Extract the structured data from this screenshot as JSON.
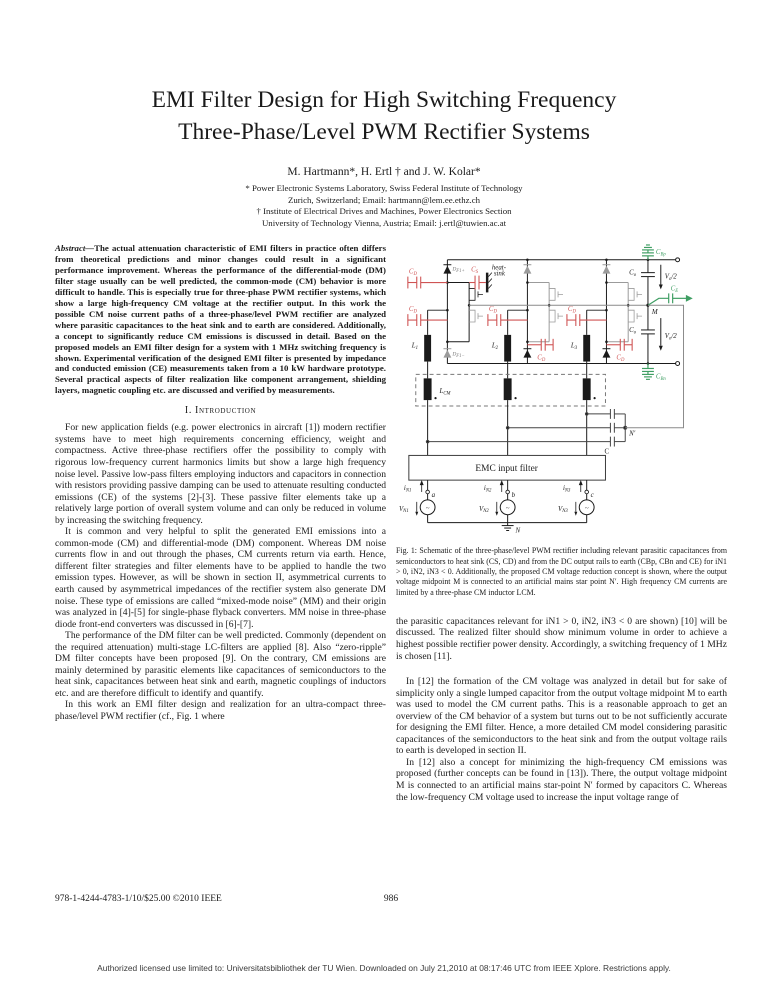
{
  "colors": {
    "accent_red": "#cf5454",
    "accent_green": "#3f9e63"
  },
  "paper": {
    "title_line1": "EMI Filter Design for High Switching Frequency",
    "title_line2": "Three-Phase/Level PWM Rectifier Systems",
    "authors": "M. Hartmann*, H. Ertl † and J. W. Kolar*",
    "affil1": "* Power Electronic Systems Laboratory, Swiss Federal Institute of Technology",
    "affil2": "Zurich, Switzerland; Email: hartmann@lem.ee.ethz.ch",
    "affil3": "† Institute of Electrical Drives and Machines, Power Electronics Section",
    "affil4": "University of Technology Vienna, Austria; Email: j.ertl@tuwien.ac.at"
  },
  "abstract": {
    "lead": "Abstract—",
    "text": "The actual attenuation characteristic of EMI filters in practice often differs from theoretical predictions and minor changes could result in a significant performance improvement. Whereas the performance of the differential-mode (DM) filter stage usually can be well predicted, the common-mode (CM) behavior is more difficult to handle. This is especially true for three-phase PWM rectifier systems, which show a large high-frequency CM voltage at the rectifier output. In this work the possible CM noise current paths of a three-phase/level PWM rectifier are analyzed where parasitic capacitances to the heat sink and to earth are considered. Additionally, a concept to significantly reduce CM emissions is discussed in detail. Based on the proposed models an EMI filter design for a system with 1 MHz switching frequency is shown. Experimental verification of the designed EMI filter is presented by impedance and conducted emission (CE) measurements taken from a 10 kW hardware prototype. Several practical aspects of filter realization like component arrangement, shielding layers, magnetic coupling etc. are discussed and verified by measurements."
  },
  "intro": {
    "heading": "I. Introduction",
    "p1": "For new application fields (e.g. power electronics in aircraft [1]) modern rectifier systems have to meet high requirements concerning efficiency, weight and compactness. Active three-phase rectifiers offer the possibility to comply with rigorous low-frequency current harmonics limits but show a large high frequency noise level. Passive low-pass filters employing inductors and capacitors in connection with resistors providing passive damping can be used to attenuate resulting conducted emissions (CE) of the systems [2]-[3]. These passive filter elements take up a relatively large portion of overall system volume and can only be reduced in volume by increasing the switching frequency.",
    "p2": "It is common and very helpful to split the generated EMI emissions into a common-mode (CM) and differential-mode (DM) component. Whereas DM noise currents flow in and out through the phases, CM currents return via earth. Hence, different filter strategies and filter elements have to be applied to handle the two emission types. However, as will be shown in section II, asymmetrical currents to earth caused by asymmetrical impedances of the rectifier system also generate DM noise. These type of emissions are called “mixed-mode noise” (MM) and their origin was analyzed in [4]-[5] for single-phase flyback converters. MM noise in three-phase diode front-end converters was discussed in [6]-[7].",
    "p3": "The performance of the DM filter can be well predicted. Commonly (dependent on the required attenuation) multi-stage LC-filters are applied [8]. Also “zero-ripple” DM filter concepts have been proposed [9]. On the contrary, CM emissions are mainly determined by parasitic elements like capacitances of semiconductors to the heat sink, capacitances between heat sink and earth, magnetic couplings of inductors etc. and are therefore difficult to identify and quantify.",
    "p4": "In this work an EMI filter design and realization for an ultra-compact three-phase/level PWM rectifier (cf., Fig. 1 where"
  },
  "rightcol": {
    "p1": "the parasitic capacitances relevant for iN1 > 0, iN2, iN3 < 0 are shown) [10] will be discussed. The realized filter should show minimum volume in order to achieve a highest possible rectifier power density. Accordingly, a switching frequency of 1 MHz is chosen [11].",
    "p2": "In [12] the formation of the CM voltage was analyzed in detail but for sake of simplicity only a single lumped capacitor from the output voltage midpoint M to earth was used to model the CM current paths. This is a reasonable approach to get an overview of the CM behavior of a system but turns out to be not sufficiently accurate for designing the EMI filter. Hence, a more detailed CM model considering parasitic capacitances of the semiconductors to the heat sink and from the output voltage rails to earth is developed in section II.",
    "p3": "In [12] also a concept for minimizing the high-frequency CM emissions was proposed (further concepts can be found in [13]). There, the output voltage midpoint M is connected to an artificial mains star-point N′ formed by capacitors C. Whereas the low-frequency CM voltage used to increase the input voltage range of"
  },
  "figure": {
    "caption": "Fig. 1: Schematic of the three-phase/level PWM rectifier including relevant parasitic capacitances from semiconductors to heat sink (CS, CD) and from the DC output rails to earth (CBp, CBn and CE) for iN1 > 0, iN2, iN3 < 0. Additionally, the proposed CM voltage reduction concept is shown, where the output voltage midpoint M is connected to an artificial mains star point N′. High frequency CM currents are limited by a three-phase CM inductor LCM.",
    "labels": {
      "cbp": {
        "m": "C",
        "s": "Bp"
      },
      "ce": {
        "m": "C",
        "s": "E"
      },
      "cbn": {
        "m": "C",
        "s": "Bn"
      },
      "co": {
        "m": "C",
        "s": "o"
      },
      "vo": {
        "m": "V",
        "s": "o",
        "r": "/2"
      },
      "mpt": "M",
      "cs": {
        "m": "C",
        "s": "S"
      },
      "cd": {
        "m": "C",
        "s": "D"
      },
      "heat1": "heat-",
      "heat2": "sink",
      "df1p": {
        "m": "D",
        "s": "F1+"
      },
      "df1m": {
        "m": "D",
        "s": "F1−"
      },
      "l1": {
        "m": "L",
        "s": "1"
      },
      "l2": {
        "m": "L",
        "s": "2"
      },
      "l3": {
        "m": "L",
        "s": "3"
      },
      "lcm": {
        "m": "L",
        "s": "CM"
      },
      "emc": "EMC input filter",
      "c": "C",
      "nprime": "N′",
      "n": "N",
      "in1": {
        "m": "i",
        "s": "N1"
      },
      "in2": {
        "m": "i",
        "s": "N2"
      },
      "in3": {
        "m": "i",
        "s": "N3"
      },
      "vn1": {
        "m": "V",
        "s": "N1"
      },
      "vn2": {
        "m": "V",
        "s": "N2"
      },
      "vn3": {
        "m": "V",
        "s": "N3"
      },
      "pa": "a",
      "pb": "b",
      "pc": "c"
    }
  },
  "footer": {
    "copyright": "978-1-4244-4783-1/10/$25.00 ©2010 IEEE",
    "page": "986",
    "license": "Authorized licensed use limited to: Universitatsbibliothek der TU Wien. Downloaded on July 21,2010 at 08:17:46 UTC from IEEE Xplore.  Restrictions apply."
  }
}
